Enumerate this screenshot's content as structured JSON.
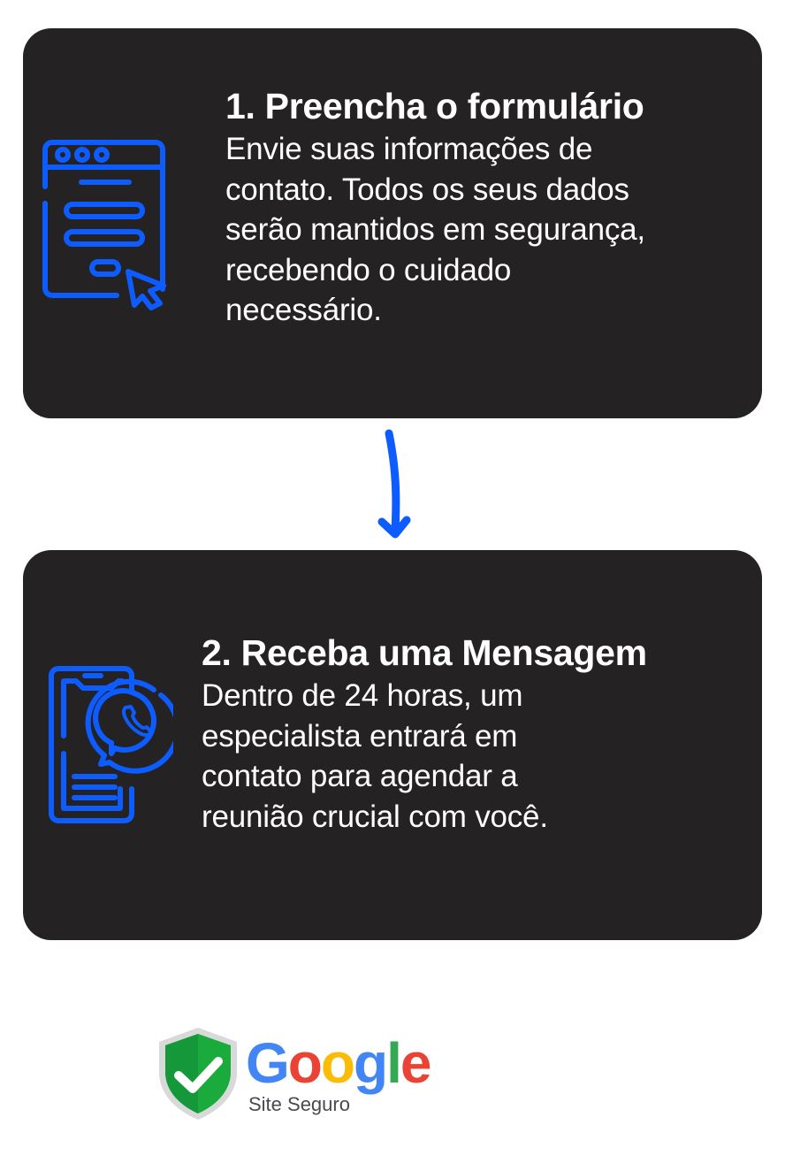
{
  "steps": [
    {
      "number": "1",
      "title": "1. Preencha o formulário",
      "description": "Envie suas informações de contato. Todos os seus dados serão mantidos em segurança, recebendo o cuidado necessário.",
      "icon": "web-form-cursor-icon"
    },
    {
      "number": "2",
      "title": "2. Receba uma Mensagem",
      "description": "Dentro de 24 horas, um especialista entrará em contato para agendar a reunião crucial com você.",
      "icon": "phone-whatsapp-icon"
    }
  ],
  "connector": {
    "icon": "arrow-down-icon"
  },
  "badge": {
    "brand_letters": [
      "G",
      "o",
      "o",
      "g",
      "l",
      "e"
    ],
    "brand_colors": [
      "#4285F4",
      "#EA4335",
      "#FBBC05",
      "#4285F4",
      "#34A853",
      "#EA4335"
    ],
    "subtitle": "Site Seguro",
    "icon": "shield-check-icon"
  },
  "colors": {
    "card_bg": "#242223",
    "accent_blue": "#0d5cff",
    "text": "#ffffff",
    "shield_green": "#1aab3c"
  }
}
